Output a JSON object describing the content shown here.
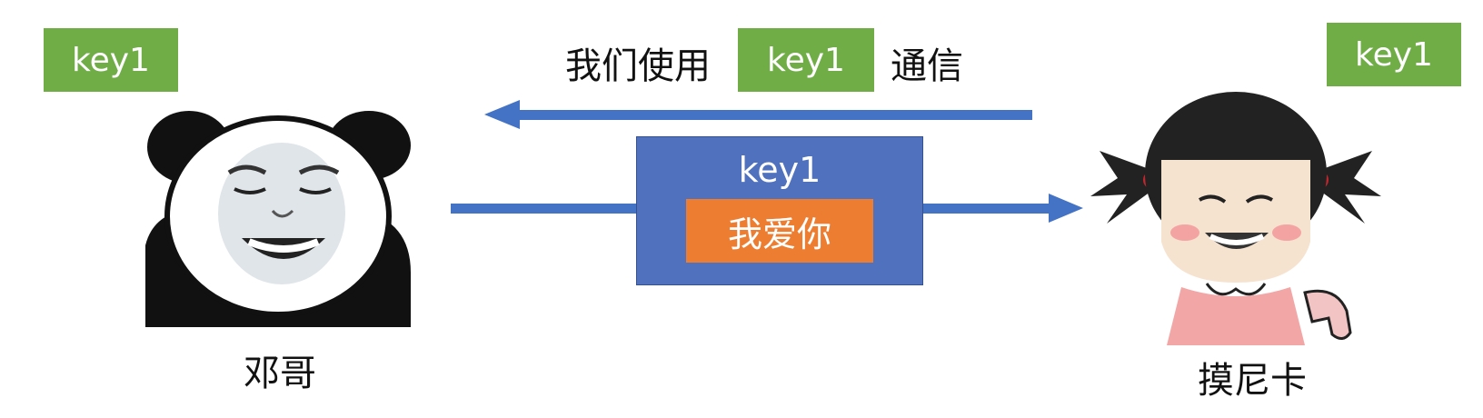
{
  "left_party": {
    "key_label": "key1",
    "name": "邓哥"
  },
  "right_party": {
    "key_label": "key1",
    "name": "摸尼卡"
  },
  "agreement": {
    "prefix": "我们使用",
    "key_label": "key1",
    "suffix": "通信"
  },
  "message": {
    "key_label": "key1",
    "content": "我爱你"
  },
  "colors": {
    "key_green": "#70AD47",
    "arrow_blue": "#4472C4",
    "message_blue": "#4F71BE",
    "message_orange": "#ED7D31"
  },
  "icons": {
    "left_avatar": "panda-meme-face",
    "right_avatar": "pigtail-girl-meme"
  }
}
